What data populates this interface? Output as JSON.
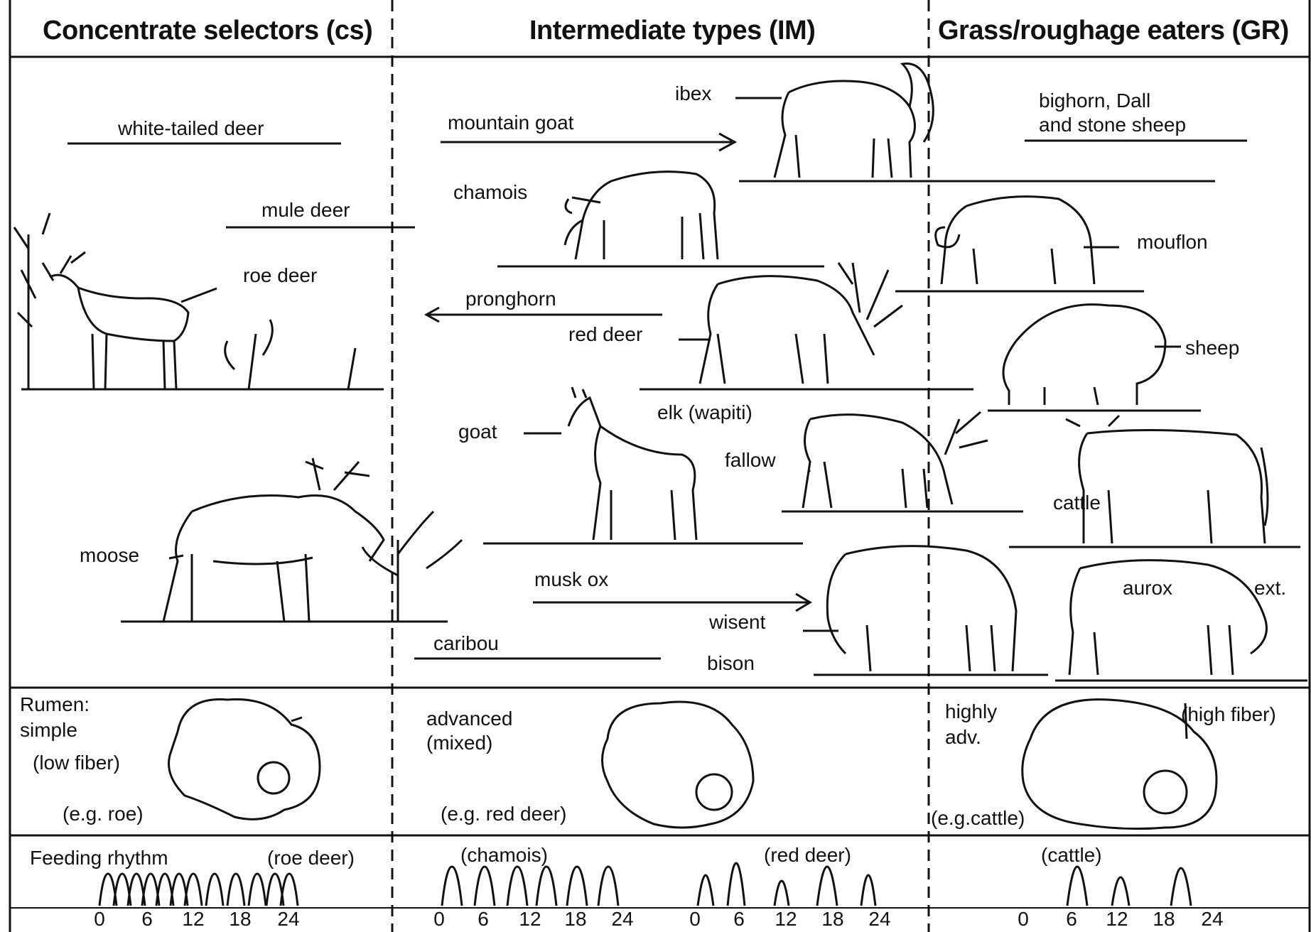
{
  "headers": {
    "cs": "Concentrate selectors (cs)",
    "im": "Intermediate types (IM)",
    "gr": "Grass/roughage eaters (GR)"
  },
  "animals": {
    "white_tailed_deer": "white-tailed deer",
    "mule_deer": "mule deer",
    "roe_deer": "roe deer",
    "moose": "moose",
    "mountain_goat": "mountain goat",
    "ibex": "ibex",
    "chamois": "chamois",
    "pronghorn": "pronghorn",
    "red_deer": "red deer",
    "elk": "elk (wapiti)",
    "goat": "goat",
    "fallow": "fallow",
    "musk_ox": "musk ox",
    "wisent": "wisent",
    "caribou": "caribou",
    "bison": "bison",
    "bighorn_line1": "bighorn, Dall",
    "bighorn_line2": "and stone sheep",
    "mouflon": "mouflon",
    "sheep": "sheep",
    "cattle": "cattle",
    "aurox": "aurox",
    "ext": "ext."
  },
  "rumen": {
    "cs_line1": "Rumen:",
    "cs_line2": "simple",
    "cs_fiber": "(low fiber)",
    "cs_example": "(e.g. roe)",
    "im_line1": "advanced",
    "im_line2": "(mixed)",
    "im_example": "(e.g. red deer)",
    "gr_line1": "highly",
    "gr_line2": "adv.",
    "gr_fiber": "(high fiber)",
    "gr_example": "(e.g.cattle)"
  },
  "feeding": {
    "title": "Feeding rhythm",
    "cs_species": "(roe deer)",
    "im_species_1": "(chamois)",
    "im_species_2": "(red deer)",
    "gr_species": "(cattle)",
    "ticks": [
      "0",
      "6",
      "12",
      "18",
      "24"
    ]
  }
}
